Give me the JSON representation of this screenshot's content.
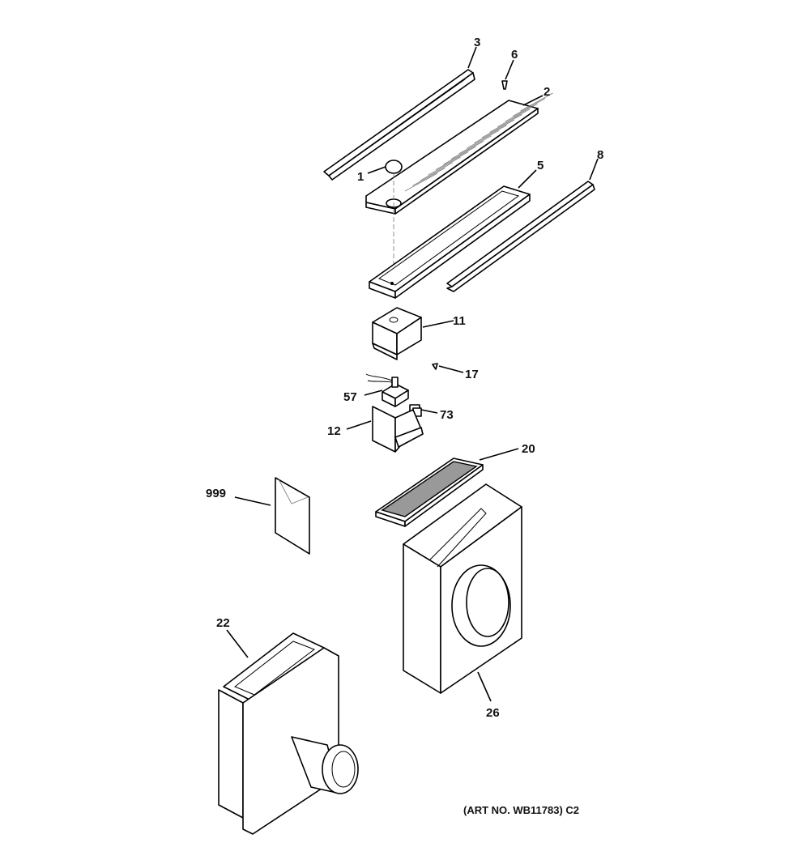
{
  "diagram": {
    "parts": [
      {
        "id": "3",
        "label": "3"
      },
      {
        "id": "6",
        "label": "6"
      },
      {
        "id": "2",
        "label": "2"
      },
      {
        "id": "1",
        "label": "1"
      },
      {
        "id": "5",
        "label": "5"
      },
      {
        "id": "8",
        "label": "8"
      },
      {
        "id": "11",
        "label": "11"
      },
      {
        "id": "17",
        "label": "17"
      },
      {
        "id": "57",
        "label": "57"
      },
      {
        "id": "73",
        "label": "73"
      },
      {
        "id": "12",
        "label": "12"
      },
      {
        "id": "20",
        "label": "20"
      },
      {
        "id": "999",
        "label": "999"
      },
      {
        "id": "22",
        "label": "22"
      },
      {
        "id": "26",
        "label": "26"
      }
    ],
    "art_number": "(ART NO. WB11783) C2"
  }
}
